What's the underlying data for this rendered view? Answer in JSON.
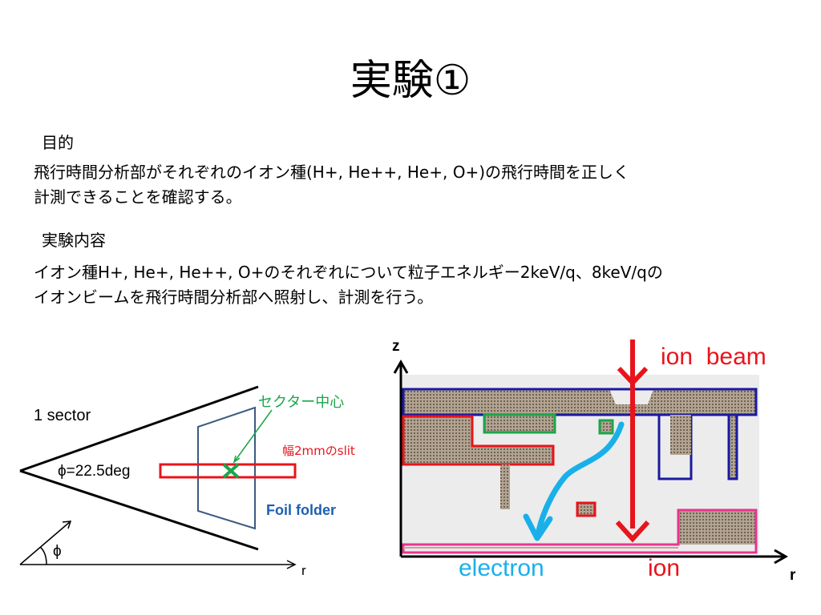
{
  "slide": {
    "title": "実験①",
    "purpose_heading": "目的",
    "purpose_line1": "飛行時間分析部がそれぞれのイオン種(H+, He++, He+, O+)の飛行時間を正しく",
    "purpose_line2": "計測できることを確認する。",
    "content_heading": "実験内容",
    "content_line1": "イオン種H+, He+, He++, O+のそれぞれについて粒子エネルギー2keV/q、8keV/qの",
    "content_line2": "イオンビームを飛行時間分析部へ照射し、計測を行う。"
  },
  "left_diagram": {
    "sector_label": "1 sector",
    "phi_value": "ϕ=22.5deg",
    "sector_center_label": "セクター中心",
    "slit_label": "幅2mmのslit",
    "foil_label": "Foil folder",
    "phi_symbol": "ϕ",
    "r_axis": "r"
  },
  "right_diagram": {
    "z_axis": "z",
    "r_axis": "r",
    "ion_beam_label": "ion  beam",
    "electron_label": "electron",
    "ion_label": "ion"
  },
  "colors": {
    "red": "#e8141b",
    "green": "#1aa64a",
    "blue": "#1a1aa0",
    "cyan": "#19b0ea",
    "magenta": "#e8358c",
    "steel": "#3b5a82",
    "foil_text": "#1f5fb0",
    "hatch": "#9a8a78"
  }
}
